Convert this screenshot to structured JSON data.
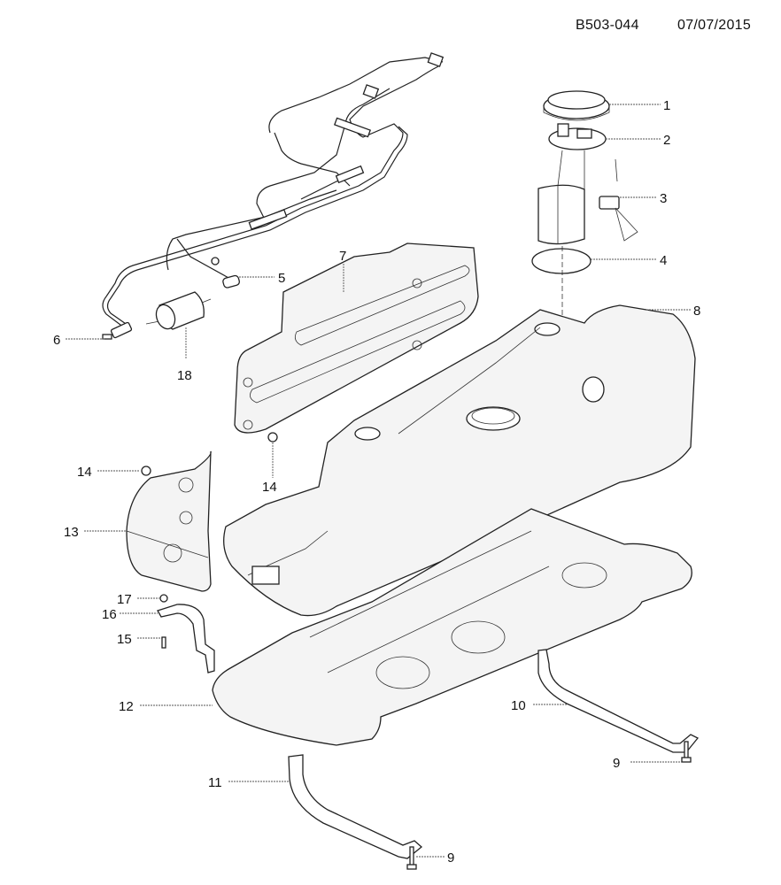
{
  "header": {
    "drawing_id": "B503-044",
    "date": "07/07/2015"
  },
  "diagram": {
    "title": "Fuel tank and fuel lines exploded view",
    "callouts": [
      {
        "number": "1",
        "part": "pump-lock-ring"
      },
      {
        "number": "2",
        "part": "fuel-pump-flange"
      },
      {
        "number": "3",
        "part": "fuel-level-sender"
      },
      {
        "number": "4",
        "part": "seal-ring"
      },
      {
        "number": "5",
        "part": "pipe-connector"
      },
      {
        "number": "6",
        "part": "pipe-connector"
      },
      {
        "number": "7",
        "part": "heat-shield"
      },
      {
        "number": "8",
        "part": "fuel-tank"
      },
      {
        "number": "9",
        "part": "bolt"
      },
      {
        "number": "9",
        "part": "bolt"
      },
      {
        "number": "10",
        "part": "tank-strap-rear"
      },
      {
        "number": "11",
        "part": "tank-strap-front"
      },
      {
        "number": "12",
        "part": "tank-under-shield"
      },
      {
        "number": "13",
        "part": "heat-shield-small"
      },
      {
        "number": "14",
        "part": "clip"
      },
      {
        "number": "14",
        "part": "clip"
      },
      {
        "number": "15",
        "part": "bolt"
      },
      {
        "number": "16",
        "part": "bracket"
      },
      {
        "number": "17",
        "part": "nut"
      },
      {
        "number": "18",
        "part": "fuel-filter"
      }
    ]
  }
}
